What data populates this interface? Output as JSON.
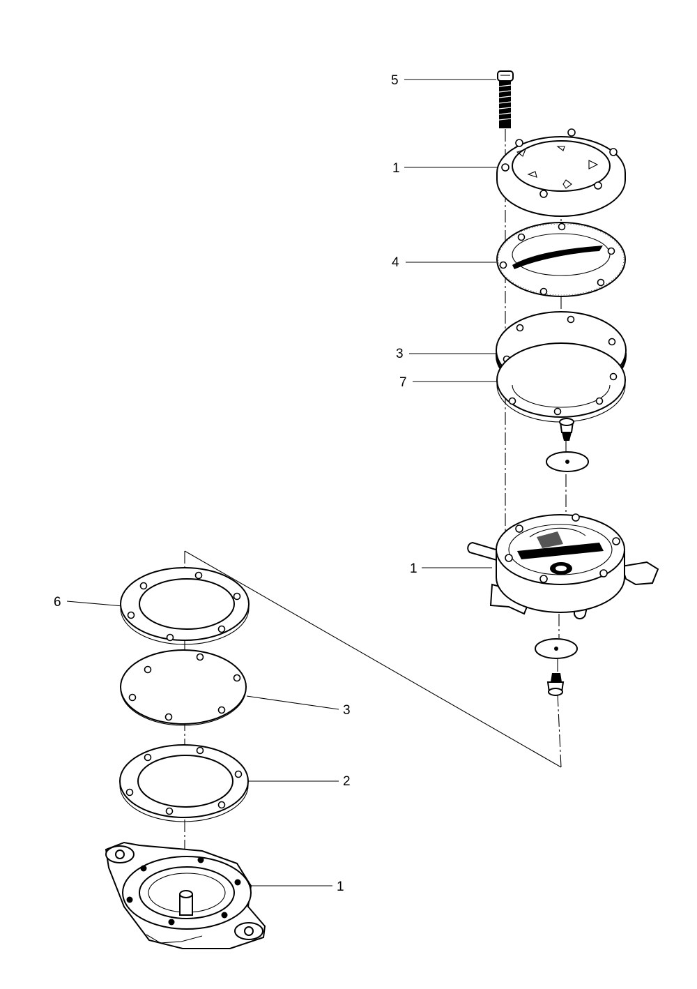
{
  "diagram": {
    "callouts": [
      {
        "id": "c5-top",
        "label": "5"
      },
      {
        "id": "c1-top",
        "label": "1"
      },
      {
        "id": "c4",
        "label": "4"
      },
      {
        "id": "c3-top",
        "label": "3"
      },
      {
        "id": "c7",
        "label": "7"
      },
      {
        "id": "c1-mid",
        "label": "1"
      },
      {
        "id": "c6",
        "label": "6"
      },
      {
        "id": "c3-bottom",
        "label": "3"
      },
      {
        "id": "c2",
        "label": "2"
      },
      {
        "id": "c1-bottom",
        "label": "1"
      }
    ]
  }
}
